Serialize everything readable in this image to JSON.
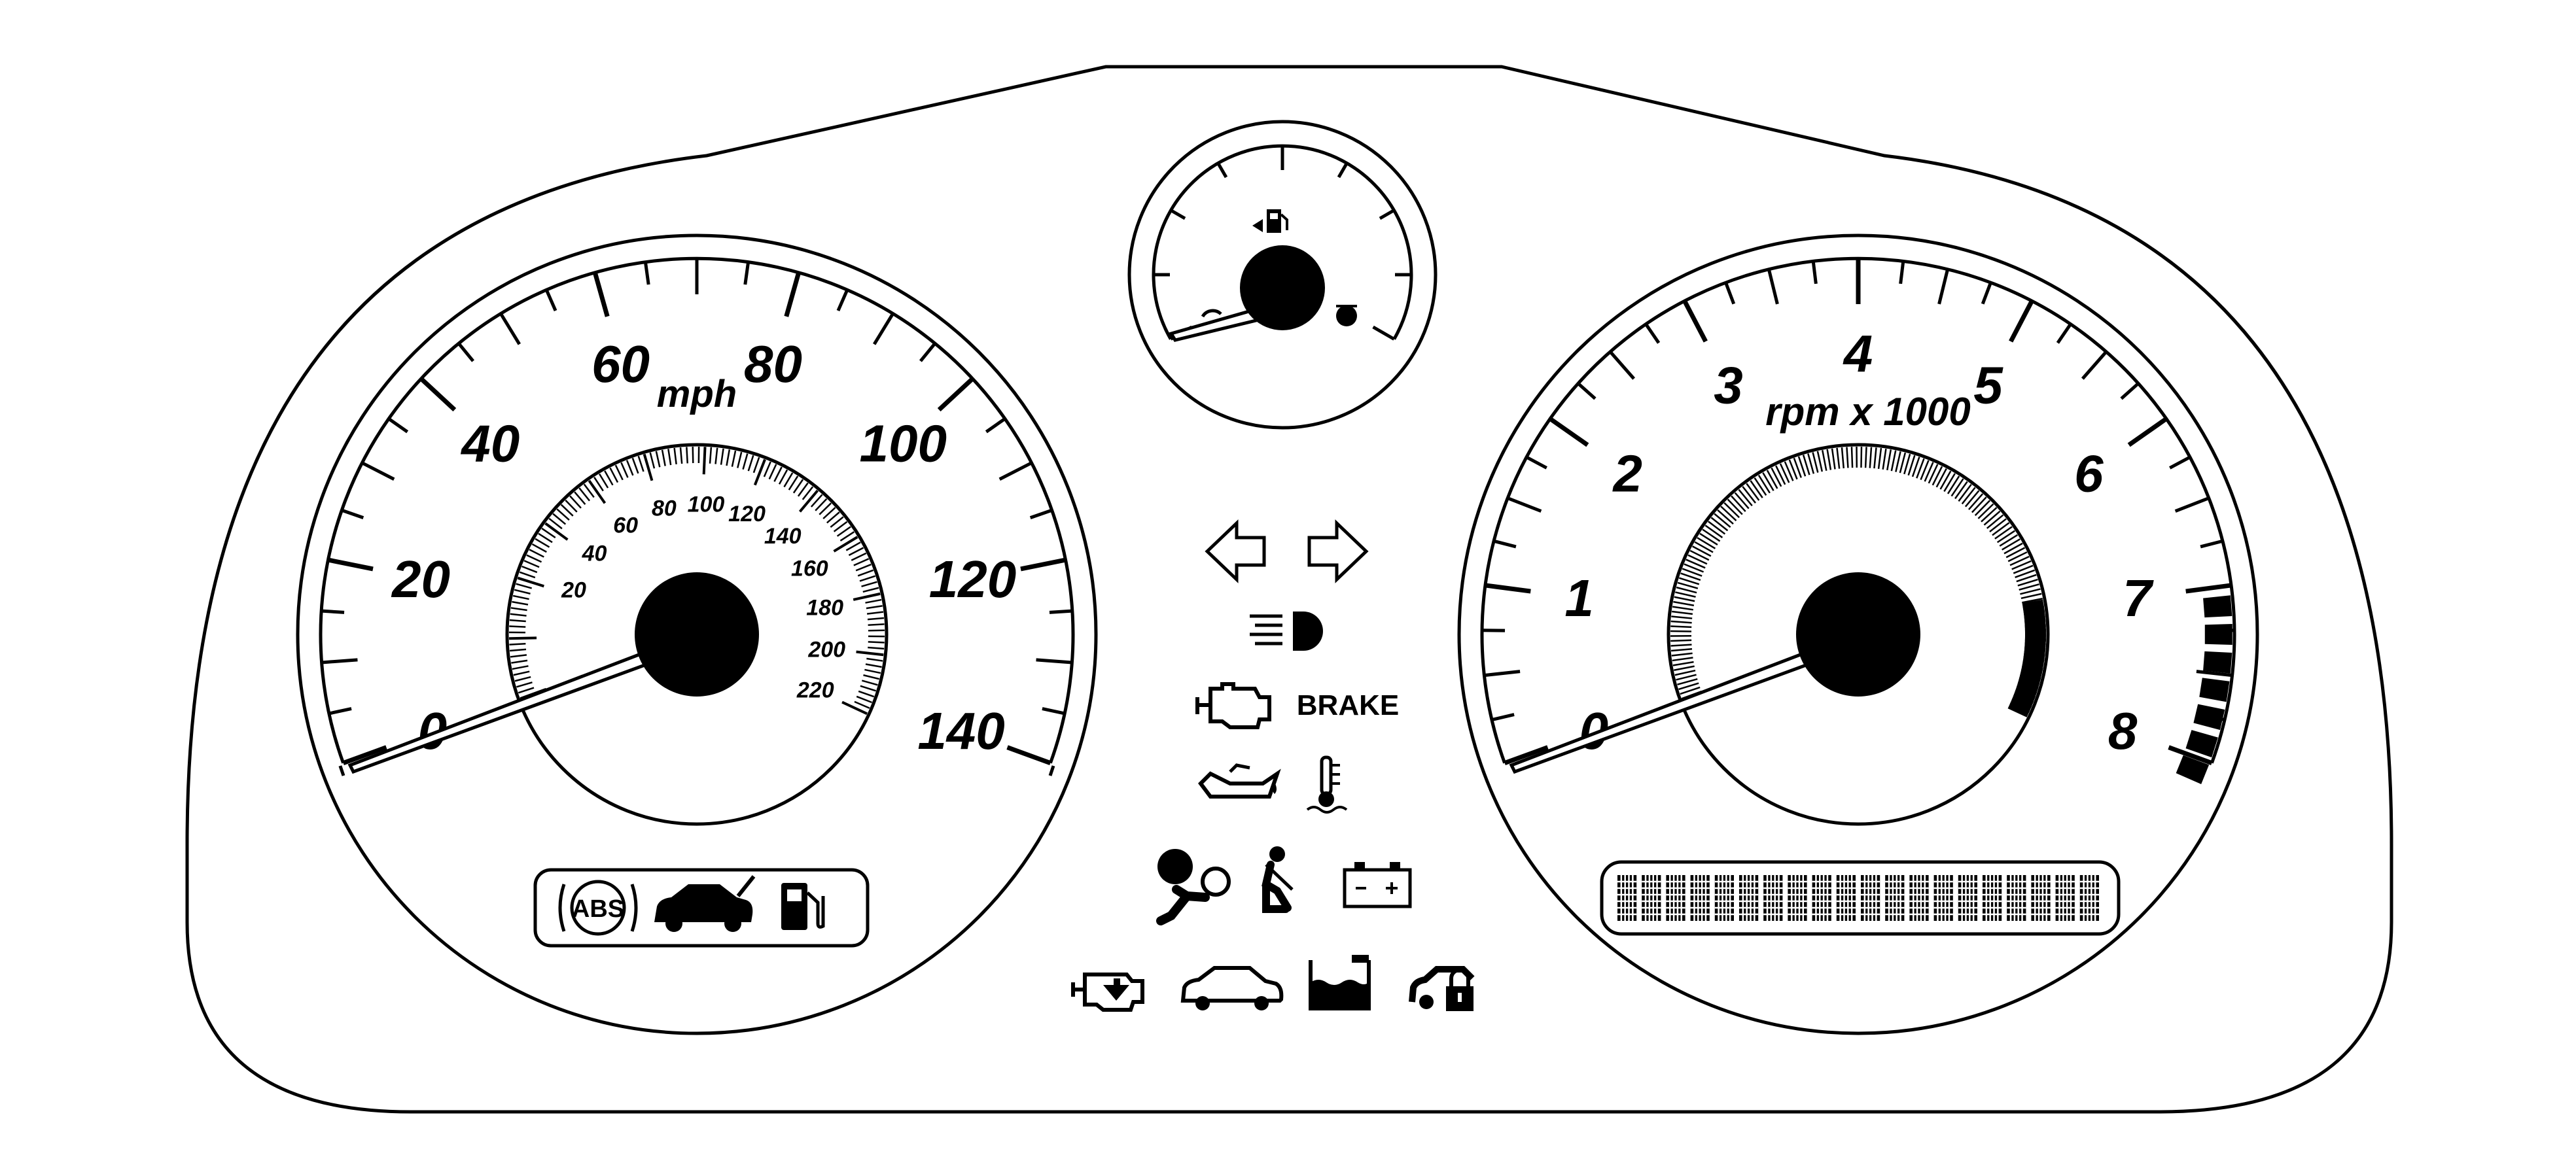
{
  "speedometer": {
    "unit": "mph",
    "mph_labels": [
      "0",
      "20",
      "40",
      "60",
      "80",
      "100",
      "120",
      "140"
    ],
    "kmh_labels": [
      "20",
      "40",
      "60",
      "80",
      "100",
      "120",
      "140",
      "160",
      "180",
      "200",
      "220"
    ]
  },
  "tachometer": {
    "unit": "rpm x 1000",
    "labels": [
      "0",
      "1",
      "2",
      "3",
      "4",
      "5",
      "6",
      "7",
      "8"
    ]
  },
  "indicators": {
    "brake_text": "BRAKE",
    "abs_text": "ABS",
    "icons": [
      "turn-left-arrow-icon",
      "turn-right-arrow-icon",
      "high-beam-icon",
      "check-engine-icon",
      "brake-warning-text",
      "oil-pressure-icon",
      "coolant-temperature-icon",
      "airbag-icon",
      "seat-belt-icon",
      "battery-icon",
      "reduced-power-engine-icon",
      "vehicle-icon",
      "washer-fluid-icon",
      "security-icon",
      "abs-icon",
      "traction-icon",
      "fuel-door-icon",
      "fuel-pump-icon",
      "hot-engine-icon"
    ]
  },
  "colors": {
    "line": "#000000",
    "face": "#ffffff"
  }
}
